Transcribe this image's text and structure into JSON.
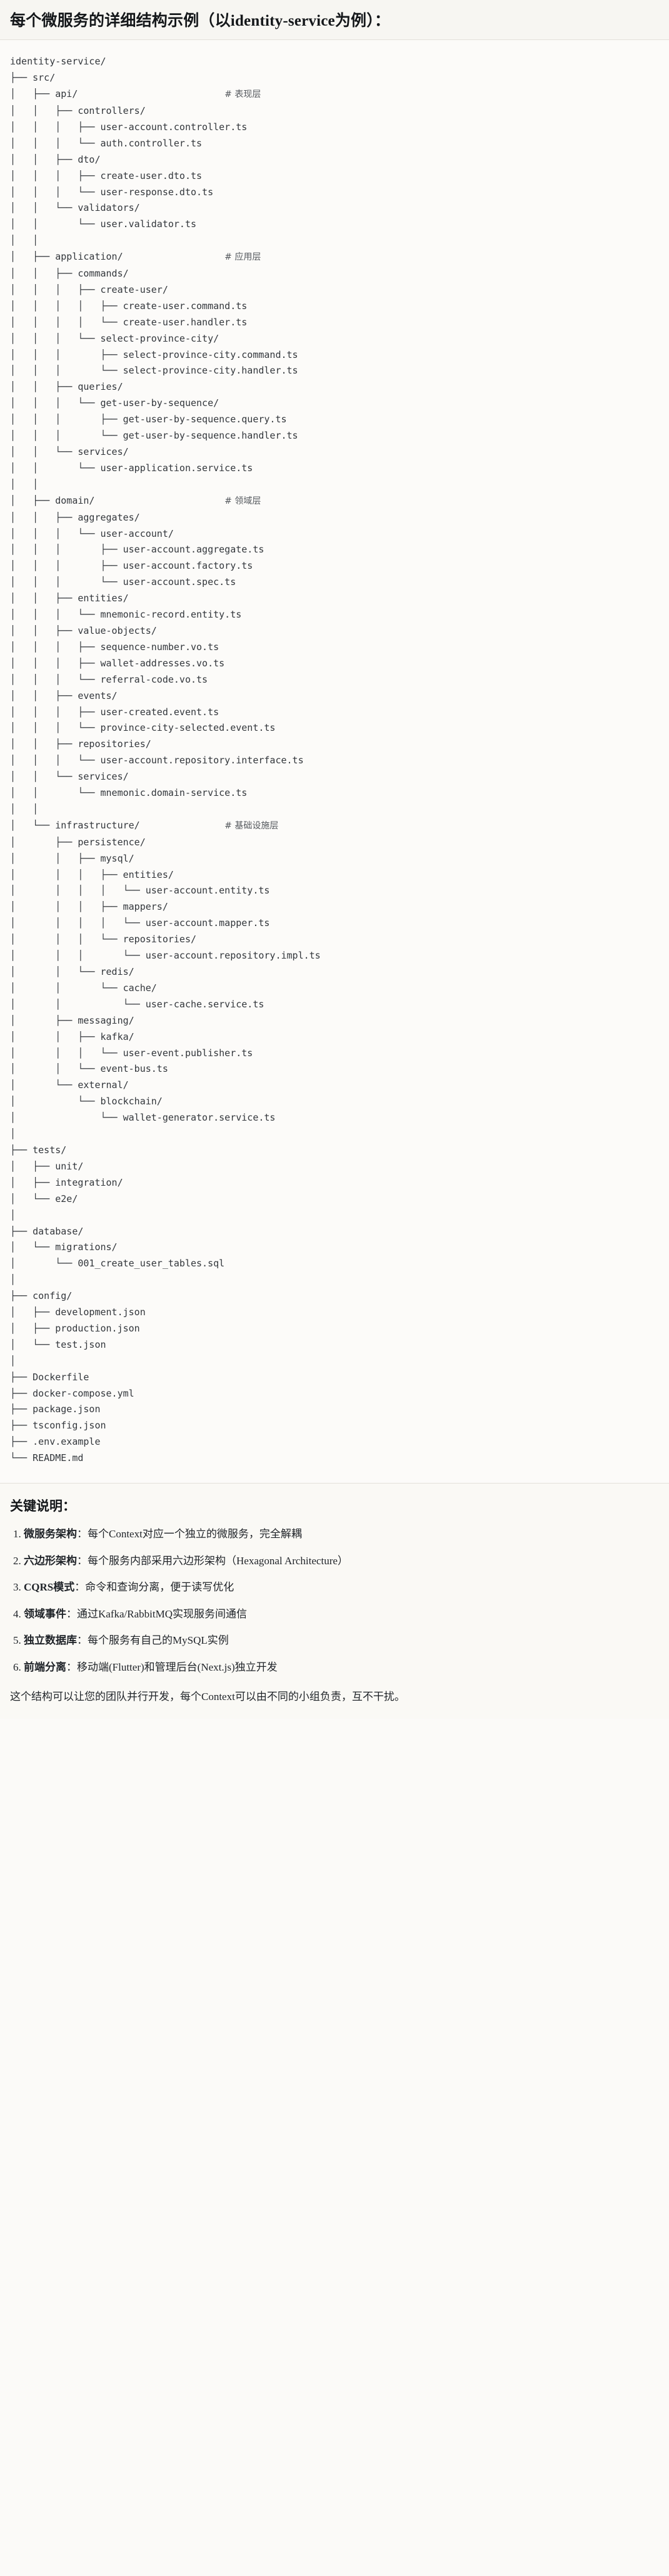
{
  "header": {
    "title": "每个微服务的详细结构示例（以identity-service为例）："
  },
  "tree": {
    "root": "identity-service/",
    "comments": {
      "api": "# 表现层",
      "application": "# 应用层",
      "domain": "# 领域层",
      "infrastructure": "# 基础设施层"
    },
    "lines": [
      "identity-service/",
      "├── src/",
      "│   ├── api/                          # 表现层",
      "│   │   ├── controllers/",
      "│   │   │   ├── user-account.controller.ts",
      "│   │   │   └── auth.controller.ts",
      "│   │   ├── dto/",
      "│   │   │   ├── create-user.dto.ts",
      "│   │   │   └── user-response.dto.ts",
      "│   │   └── validators/",
      "│   │       └── user.validator.ts",
      "│   │",
      "│   ├── application/                  # 应用层",
      "│   │   ├── commands/",
      "│   │   │   ├── create-user/",
      "│   │   │   │   ├── create-user.command.ts",
      "│   │   │   │   └── create-user.handler.ts",
      "│   │   │   └── select-province-city/",
      "│   │   │       ├── select-province-city.command.ts",
      "│   │   │       └── select-province-city.handler.ts",
      "│   │   ├── queries/",
      "│   │   │   └── get-user-by-sequence/",
      "│   │   │       ├── get-user-by-sequence.query.ts",
      "│   │   │       └── get-user-by-sequence.handler.ts",
      "│   │   └── services/",
      "│   │       └── user-application.service.ts",
      "│   │",
      "│   ├── domain/                       # 领域层",
      "│   │   ├── aggregates/",
      "│   │   │   └── user-account/",
      "│   │   │       ├── user-account.aggregate.ts",
      "│   │   │       ├── user-account.factory.ts",
      "│   │   │       └── user-account.spec.ts",
      "│   │   ├── entities/",
      "│   │   │   └── mnemonic-record.entity.ts",
      "│   │   ├── value-objects/",
      "│   │   │   ├── sequence-number.vo.ts",
      "│   │   │   ├── wallet-addresses.vo.ts",
      "│   │   │   └── referral-code.vo.ts",
      "│   │   ├── events/",
      "│   │   │   ├── user-created.event.ts",
      "│   │   │   └── province-city-selected.event.ts",
      "│   │   ├── repositories/",
      "│   │   │   └── user-account.repository.interface.ts",
      "│   │   └── services/",
      "│   │       └── mnemonic.domain-service.ts",
      "│   │",
      "│   └── infrastructure/               # 基础设施层",
      "│       ├── persistence/",
      "│       │   ├── mysql/",
      "│       │   │   ├── entities/",
      "│       │   │   │   └── user-account.entity.ts",
      "│       │   │   ├── mappers/",
      "│       │   │   │   └── user-account.mapper.ts",
      "│       │   │   └── repositories/",
      "│       │   │       └── user-account.repository.impl.ts",
      "│       │   └── redis/",
      "│       │       └── cache/",
      "│       │           └── user-cache.service.ts",
      "│       ├── messaging/",
      "│       │   ├── kafka/",
      "│       │   │   └── user-event.publisher.ts",
      "│       │   └── event-bus.ts",
      "│       └── external/",
      "│           └── blockchain/",
      "│               └── wallet-generator.service.ts",
      "│",
      "├── tests/",
      "│   ├── unit/",
      "│   ├── integration/",
      "│   └── e2e/",
      "│",
      "├── database/",
      "│   └── migrations/",
      "│       └── 001_create_user_tables.sql",
      "│",
      "├── config/",
      "│   ├── development.json",
      "│   ├── production.json",
      "│   └── test.json",
      "│",
      "├── Dockerfile",
      "├── docker-compose.yml",
      "├── package.json",
      "├── tsconfig.json",
      "├── .env.example",
      "└── README.md"
    ]
  },
  "keys": {
    "title": "关键说明：",
    "items": [
      {
        "term": "微服务架构",
        "rest": "：每个Context对应一个独立的微服务，完全解耦"
      },
      {
        "term": "六边形架构",
        "rest": "：每个服务内部采用六边形架构（Hexagonal Architecture）"
      },
      {
        "term": "CQRS模式",
        "rest": "：命令和查询分离，便于读写优化"
      },
      {
        "term": "领域事件",
        "rest": "：通过Kafka/RabbitMQ实现服务间通信"
      },
      {
        "term": "独立数据库",
        "rest": "：每个服务有自己的MySQL实例"
      },
      {
        "term": "前端分离",
        "rest": "：移动端(Flutter)和管理后台(Next.js)独立开发"
      }
    ],
    "closing": "这个结构可以让您的团队并行开发，每个Context可以由不同的小组负责，互不干扰。"
  }
}
